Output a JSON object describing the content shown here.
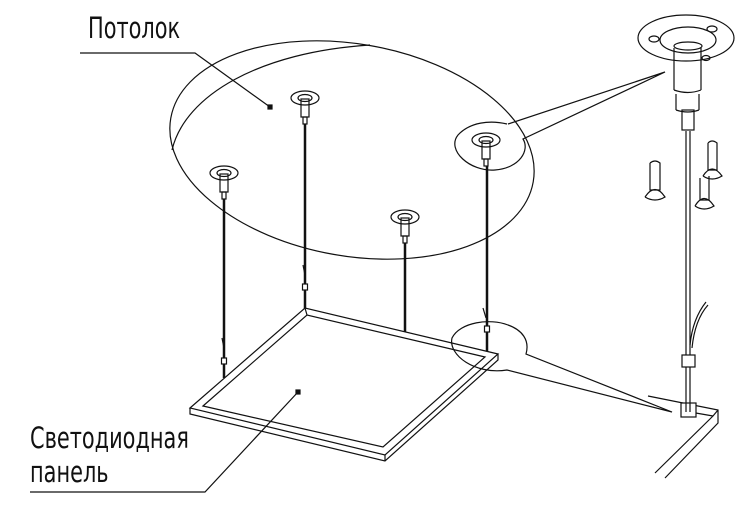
{
  "labels": {
    "ceiling": "Потолок",
    "panel_line1": "Светодиодная",
    "panel_line2": "панель"
  },
  "colors": {
    "line": "#111111",
    "background": "#ffffff"
  }
}
